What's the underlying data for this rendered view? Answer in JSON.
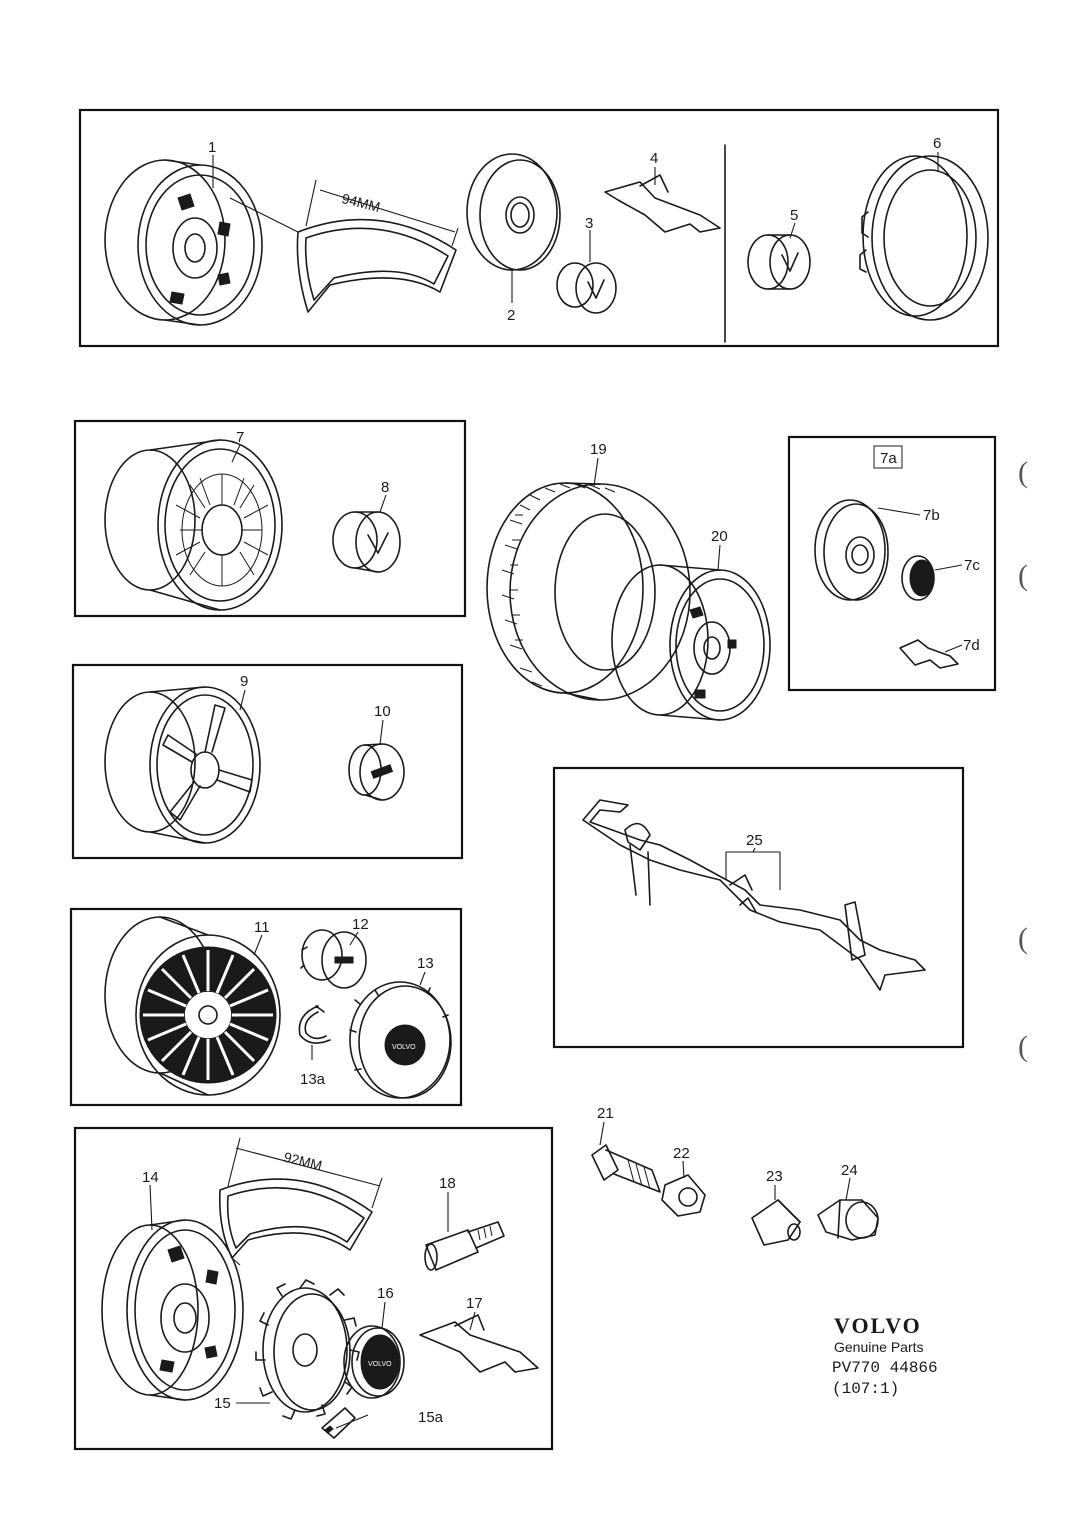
{
  "callouts": {
    "p1": "1",
    "p2": "2",
    "p3": "3",
    "p4": "4",
    "p5": "5",
    "p6": "6",
    "p7": "7",
    "p7a": "7a",
    "p7b": "7b",
    "p7c": "7c",
    "p7d": "7d",
    "p8": "8",
    "p9": "9",
    "p10": "10",
    "p11": "11",
    "p12": "12",
    "p13": "13",
    "p13a": "13a",
    "p14": "14",
    "p15": "15",
    "p15a": "15a",
    "p16": "16",
    "p17": "17",
    "p18": "18",
    "p19": "19",
    "p20": "20",
    "p21": "21",
    "p22": "22",
    "p23": "23",
    "p24": "24",
    "p25": "25"
  },
  "dimensions": {
    "top_trim": "94MM",
    "bottom_trim": "92MM"
  },
  "footer": {
    "brand": "VOLVO",
    "subtitle": "Genuine Parts",
    "part_number": "PV770 44866",
    "page_ref": "(107:1)"
  },
  "margin_marks": [
    "(",
    "(",
    "(",
    "("
  ]
}
